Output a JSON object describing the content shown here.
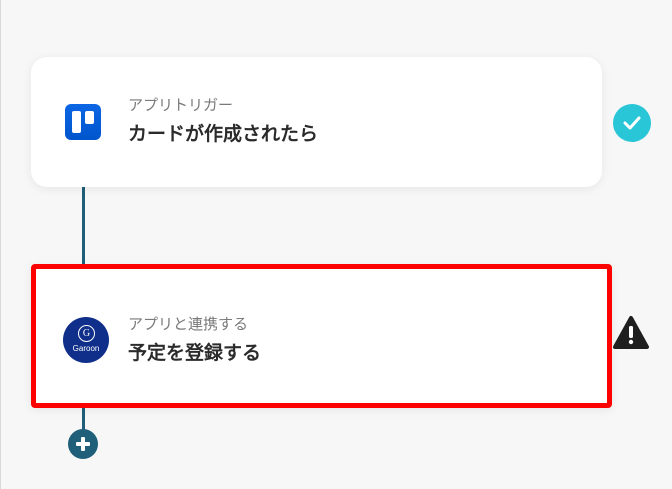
{
  "flow": {
    "trigger": {
      "category": "アプリトリガー",
      "title": "カードが作成されたら",
      "app_icon": "trello-icon",
      "status": "complete",
      "status_icon": "check-circle-icon",
      "status_color": "#29c6d8"
    },
    "action": {
      "category": "アプリと連携する",
      "title": "予定を登録する",
      "app_icon": "garoon-icon",
      "app_icon_text": "Garoon",
      "app_icon_letter": "G",
      "status": "warning",
      "status_icon": "warning-icon",
      "highlight_color": "#ff0000"
    },
    "add_step_icon": "plus-icon",
    "connector_color": "#1f5f7a"
  }
}
